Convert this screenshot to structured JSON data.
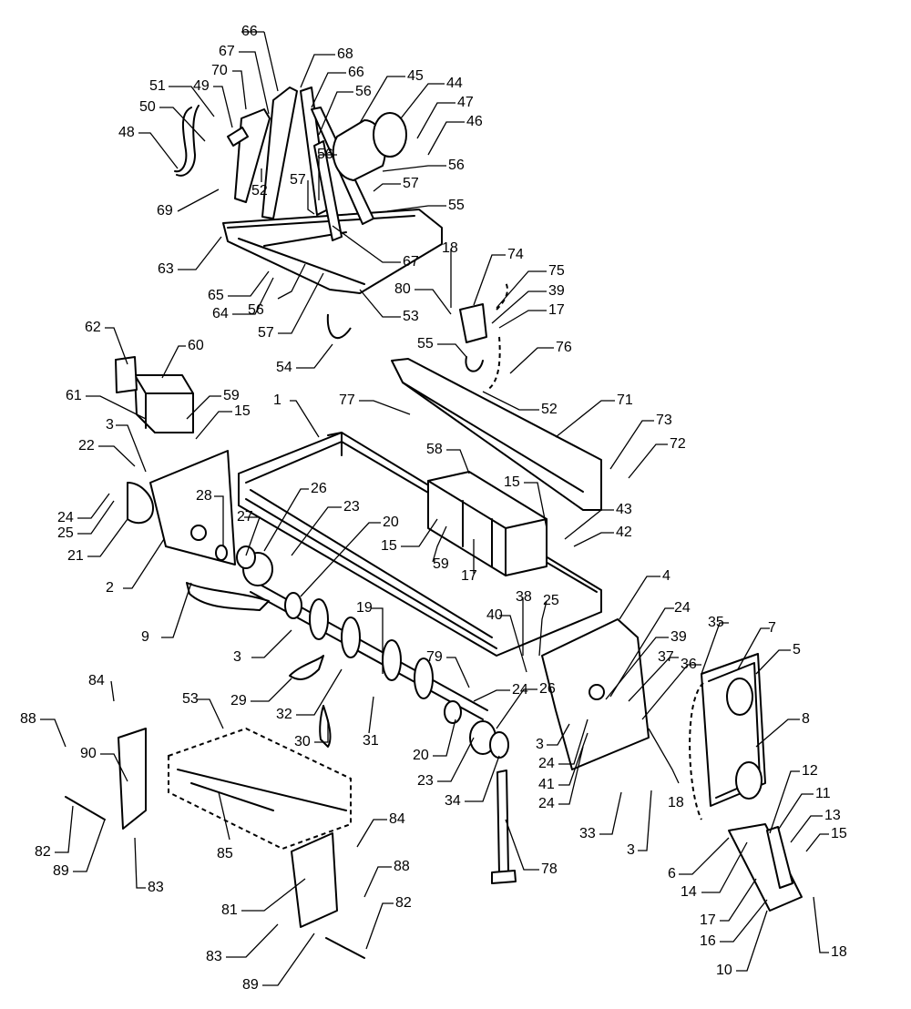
{
  "callouts": [
    {
      "id": "c1",
      "label": "66"
    },
    {
      "id": "c2",
      "label": "67"
    },
    {
      "id": "c3",
      "label": "68"
    },
    {
      "id": "c4",
      "label": "70"
    },
    {
      "id": "c5",
      "label": "66"
    },
    {
      "id": "c6",
      "label": "45"
    },
    {
      "id": "c7",
      "label": "44"
    },
    {
      "id": "c8",
      "label": "51"
    },
    {
      "id": "c9",
      "label": "49"
    },
    {
      "id": "c10",
      "label": "56"
    },
    {
      "id": "c11",
      "label": "47"
    },
    {
      "id": "c12",
      "label": "50"
    },
    {
      "id": "c13",
      "label": "46"
    },
    {
      "id": "c14",
      "label": "48"
    },
    {
      "id": "c15",
      "label": "56"
    },
    {
      "id": "c16",
      "label": "56"
    },
    {
      "id": "c17",
      "label": "57"
    },
    {
      "id": "c18",
      "label": "57"
    },
    {
      "id": "c19",
      "label": "52"
    },
    {
      "id": "c20",
      "label": "69"
    },
    {
      "id": "c21",
      "label": "55"
    },
    {
      "id": "c22",
      "label": "63"
    },
    {
      "id": "c23",
      "label": "67"
    },
    {
      "id": "c24",
      "label": "18"
    },
    {
      "id": "c25",
      "label": "74"
    },
    {
      "id": "c26",
      "label": "75"
    },
    {
      "id": "c27",
      "label": "65"
    },
    {
      "id": "c28",
      "label": "64"
    },
    {
      "id": "c29",
      "label": "80"
    },
    {
      "id": "c30",
      "label": "39"
    },
    {
      "id": "c31",
      "label": "56"
    },
    {
      "id": "c32",
      "label": "53"
    },
    {
      "id": "c33",
      "label": "17"
    },
    {
      "id": "c34",
      "label": "57"
    },
    {
      "id": "c35",
      "label": "62"
    },
    {
      "id": "c36",
      "label": "60"
    },
    {
      "id": "c37",
      "label": "55"
    },
    {
      "id": "c38",
      "label": "76"
    },
    {
      "id": "c39",
      "label": "54"
    },
    {
      "id": "c40",
      "label": "52"
    },
    {
      "id": "c41",
      "label": "61"
    },
    {
      "id": "c42",
      "label": "59"
    },
    {
      "id": "c43",
      "label": "77"
    },
    {
      "id": "c44",
      "label": "1"
    },
    {
      "id": "c45",
      "label": "15"
    },
    {
      "id": "c46",
      "label": "71"
    },
    {
      "id": "c47",
      "label": "3"
    },
    {
      "id": "c48",
      "label": "73"
    },
    {
      "id": "c49",
      "label": "22"
    },
    {
      "id": "c50",
      "label": "72"
    },
    {
      "id": "c51",
      "label": "58"
    },
    {
      "id": "c52",
      "label": "24"
    },
    {
      "id": "c53",
      "label": "26"
    },
    {
      "id": "c54",
      "label": "15"
    },
    {
      "id": "c55",
      "label": "28"
    },
    {
      "id": "c56",
      "label": "23"
    },
    {
      "id": "c57",
      "label": "25"
    },
    {
      "id": "c58",
      "label": "27"
    },
    {
      "id": "c59",
      "label": "43"
    },
    {
      "id": "c60",
      "label": "20"
    },
    {
      "id": "c61",
      "label": "42"
    },
    {
      "id": "c62",
      "label": "21"
    },
    {
      "id": "c63",
      "label": "15"
    },
    {
      "id": "c64",
      "label": "59"
    },
    {
      "id": "c65",
      "label": "2"
    },
    {
      "id": "c66",
      "label": "17"
    },
    {
      "id": "c67",
      "label": "4"
    },
    {
      "id": "c68",
      "label": "38"
    },
    {
      "id": "c69",
      "label": "25"
    },
    {
      "id": "c70",
      "label": "40"
    },
    {
      "id": "c71",
      "label": "24"
    },
    {
      "id": "c72",
      "label": "9"
    },
    {
      "id": "c73",
      "label": "19"
    },
    {
      "id": "c74",
      "label": "35"
    },
    {
      "id": "c75",
      "label": "7"
    },
    {
      "id": "c76",
      "label": "5"
    },
    {
      "id": "c77",
      "label": "3"
    },
    {
      "id": "c78",
      "label": "39"
    },
    {
      "id": "c79",
      "label": "79"
    },
    {
      "id": "c80",
      "label": "37"
    },
    {
      "id": "c81",
      "label": "36"
    },
    {
      "id": "c82",
      "label": "29"
    },
    {
      "id": "c83",
      "label": "84"
    },
    {
      "id": "c84",
      "label": "24"
    },
    {
      "id": "c85",
      "label": "26"
    },
    {
      "id": "c86",
      "label": "32"
    },
    {
      "id": "c87",
      "label": "88"
    },
    {
      "id": "c88",
      "label": "31"
    },
    {
      "id": "c89",
      "label": "30"
    },
    {
      "id": "c90",
      "label": "8"
    },
    {
      "id": "c91",
      "label": "90"
    },
    {
      "id": "c92",
      "label": "3"
    },
    {
      "id": "c93",
      "label": "20"
    },
    {
      "id": "c94",
      "label": "24"
    },
    {
      "id": "c95",
      "label": "53"
    },
    {
      "id": "c96",
      "label": "23"
    },
    {
      "id": "c97",
      "label": "41"
    },
    {
      "id": "c98",
      "label": "18"
    },
    {
      "id": "c99",
      "label": "24"
    },
    {
      "id": "c100",
      "label": "34"
    },
    {
      "id": "c101",
      "label": "12"
    },
    {
      "id": "c102",
      "label": "11"
    },
    {
      "id": "c103",
      "label": "13"
    },
    {
      "id": "c104",
      "label": "15"
    },
    {
      "id": "c105",
      "label": "82"
    },
    {
      "id": "c106",
      "label": "33"
    },
    {
      "id": "c107",
      "label": "3"
    },
    {
      "id": "c108",
      "label": "6"
    },
    {
      "id": "c109",
      "label": "84"
    },
    {
      "id": "c110",
      "label": "89"
    },
    {
      "id": "c111",
      "label": "83"
    },
    {
      "id": "c112",
      "label": "85"
    },
    {
      "id": "c113",
      "label": "78"
    },
    {
      "id": "c114",
      "label": "14"
    },
    {
      "id": "c115",
      "label": "88"
    },
    {
      "id": "c116",
      "label": "81"
    },
    {
      "id": "c117",
      "label": "82"
    },
    {
      "id": "c118",
      "label": "17"
    },
    {
      "id": "c119",
      "label": "16"
    },
    {
      "id": "c120",
      "label": "18"
    },
    {
      "id": "c121",
      "label": "83"
    },
    {
      "id": "c122",
      "label": "10"
    },
    {
      "id": "c123",
      "label": "89"
    }
  ]
}
